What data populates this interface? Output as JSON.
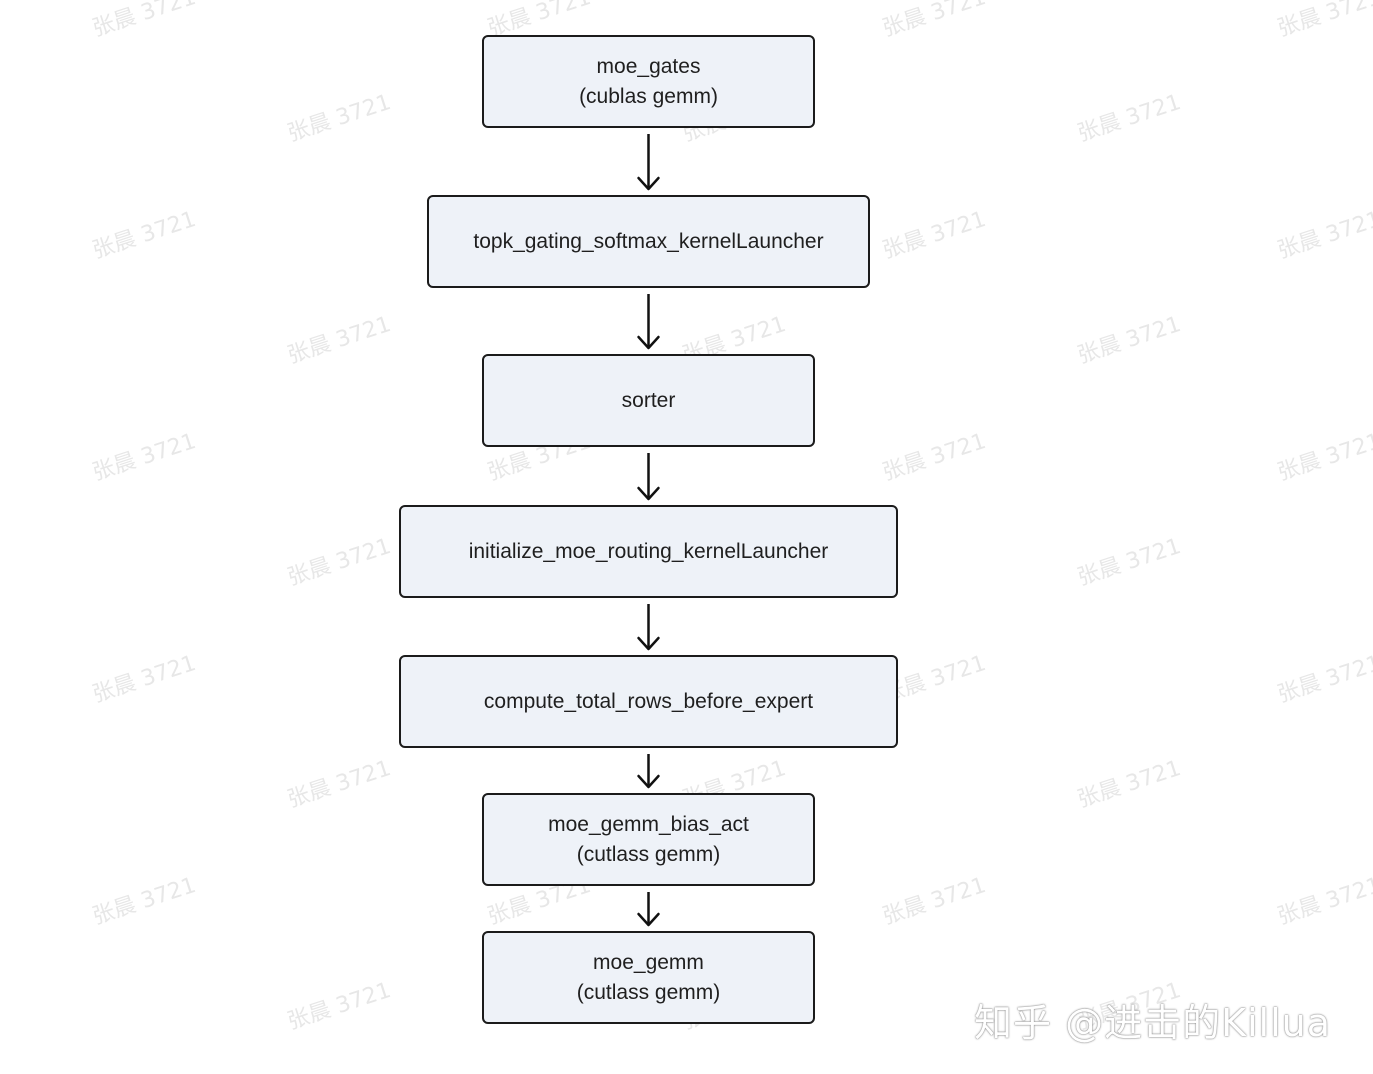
{
  "watermark": "张晨 3721",
  "nodes": [
    {
      "line1": "moe_gates",
      "line2": "(cublas gemm)"
    },
    {
      "line1": "topk_gating_softmax_kernelLauncher",
      "line2": ""
    },
    {
      "line1": "sorter",
      "line2": ""
    },
    {
      "line1": "initialize_moe_routing_kernelLauncher",
      "line2": ""
    },
    {
      "line1": "compute_total_rows_before_expert",
      "line2": ""
    },
    {
      "line1": "moe_gemm_bias_act",
      "line2": "(cutlass gemm)"
    },
    {
      "line1": "moe_gemm",
      "line2": "(cutlass gemm)"
    }
  ],
  "footer": {
    "brand": "知乎 @进击的Killua"
  },
  "colors": {
    "node_fill": "#eef2f8",
    "node_border": "#1b1b1b",
    "arrow": "#111111"
  }
}
